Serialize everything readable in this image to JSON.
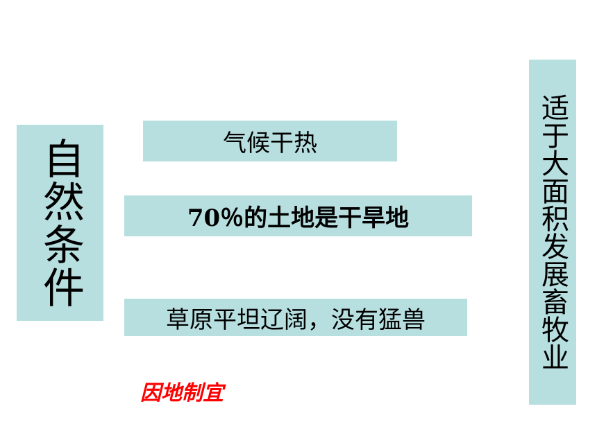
{
  "left_title": "自然条件",
  "conditions": [
    "气候干热",
    "70％的土地是干旱地",
    "草原平坦辽阔，没有猛兽"
  ],
  "motto": "因地制宜",
  "right_title": "适于大面积发展畜牧业",
  "colors": {
    "box_fill": "#b8dfe0",
    "motto_text": "#ff0000"
  }
}
